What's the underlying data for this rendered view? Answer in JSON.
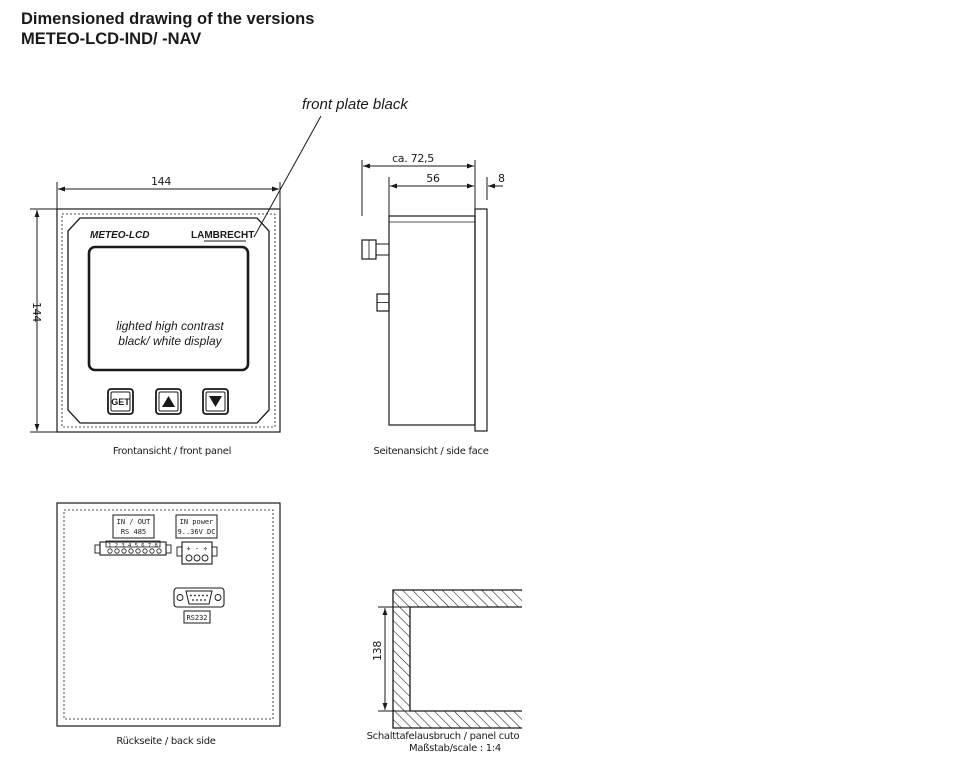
{
  "title": {
    "line1": "Dimensioned drawing of the versions",
    "line2": "METEO-LCD-IND/ -NAV"
  },
  "front": {
    "note": "front plate black",
    "width_dim": "144",
    "height_dim": "144",
    "brand_left": "METEO-LCD",
    "brand_right": "LAMBRECHT",
    "display_text_line1": "lighted high contrast",
    "display_text_line2": "black/ white display",
    "btn_get": "GET",
    "caption": "Frontansicht  /  front panel"
  },
  "side": {
    "dim_overall": "ca. 72,5",
    "dim_body": "56",
    "dim_plate": "8",
    "caption": "Seitenansicht  /  side face"
  },
  "back": {
    "conn1_line1": "IN  / OUT",
    "conn1_line2": "RS 485",
    "conn1_pins": "1 2 3 4 5 6 7 8",
    "conn2_line1": "IN power",
    "conn2_line2": "9..36V DC",
    "conn2_pins": "+  -  ÷",
    "conn3_label": "RS232",
    "caption": "Rückseite  /  back side"
  },
  "cutout": {
    "dim": "138",
    "caption_line1": "Schalttafelausbruch  /  panel cuto",
    "caption_line2": "Maßstab/scale : 1:4"
  },
  "colors": {
    "ink": "#1a1a1a",
    "paper": "#ffffff"
  },
  "icons": {
    "up_button": "triangle-up-icon",
    "down_button": "triangle-down-icon"
  }
}
